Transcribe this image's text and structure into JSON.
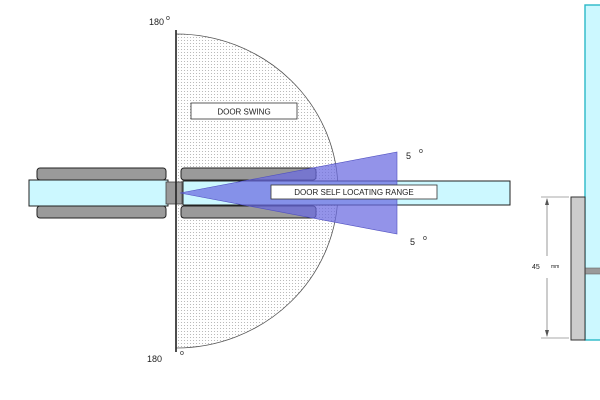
{
  "labels": {
    "door_swing": "DOOR SWING",
    "self_locating": "DOOR SELF LOCATING RANGE",
    "angle_top_value": "180",
    "angle_bottom_value": "180",
    "angle_right_top_value": "5",
    "angle_right_bottom_value": "5",
    "degree_symbol": "o",
    "dimension_value": "45",
    "dimension_unit": "mm"
  },
  "colors": {
    "glass_fill": "#ccf8ff",
    "clamp_fill": "#999999",
    "range_fill": "#6a6ae0",
    "swing_dots": "#b0b0b0",
    "outline": "#222222"
  }
}
